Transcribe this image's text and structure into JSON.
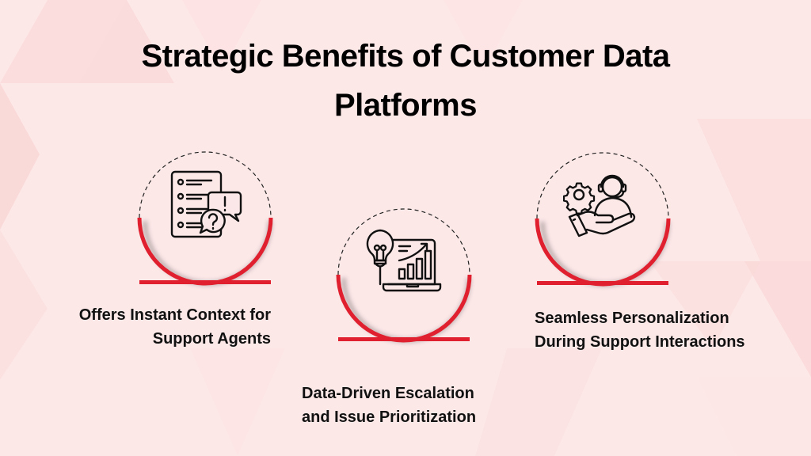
{
  "page": {
    "title_line1": "Strategic Benefits of Customer Data",
    "title_line2": "Platforms"
  },
  "colors": {
    "background": "#fde8e8",
    "accent_red": "#e0202e",
    "text": "#000000",
    "dashed_outline": "#222222"
  },
  "benefits": [
    {
      "icon": "checklist-chat-icon",
      "line1": "Offers Instant Context for",
      "line2": "Support Agents"
    },
    {
      "icon": "lightbulb-laptop-chart-icon",
      "line1": "Data-Driven Escalation",
      "line2": "and Issue Prioritization"
    },
    {
      "icon": "hand-support-agent-gear-icon",
      "line1": "Seamless Personalization",
      "line2": "During Support Interactions"
    }
  ]
}
